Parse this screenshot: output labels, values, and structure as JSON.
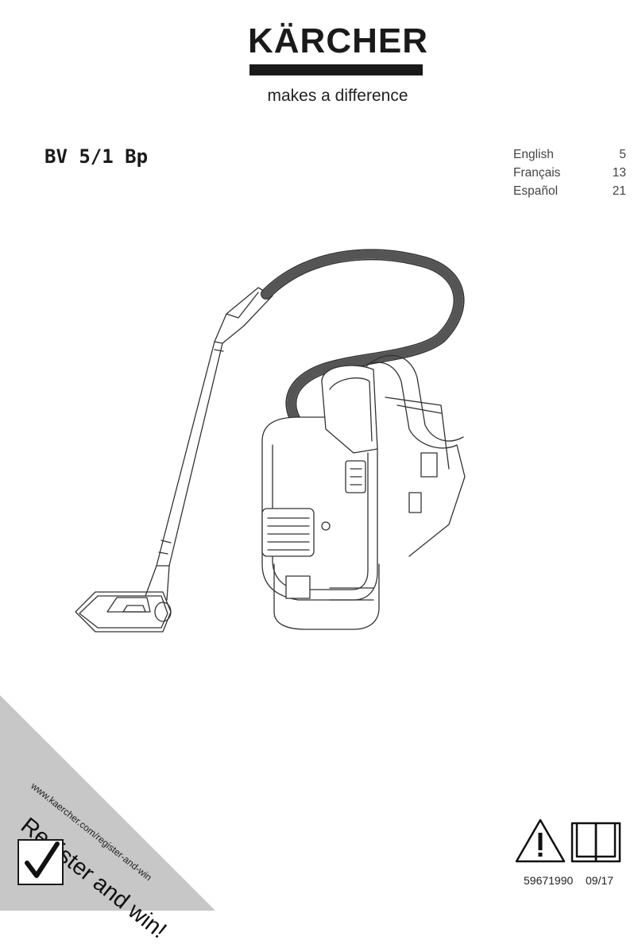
{
  "brand": {
    "name": "KÄRCHER",
    "tagline": "makes a difference"
  },
  "product": {
    "model": "BV 5/1 Bp"
  },
  "languages": [
    {
      "name": "English",
      "page": "5"
    },
    {
      "name": "Français",
      "page": "13"
    },
    {
      "name": "Español",
      "page": "21"
    }
  ],
  "promo": {
    "headline": "Register and win!",
    "url": "www.kaercher.com/register-and-win"
  },
  "footer": {
    "doc_number": "59671990",
    "date": "09/17"
  }
}
